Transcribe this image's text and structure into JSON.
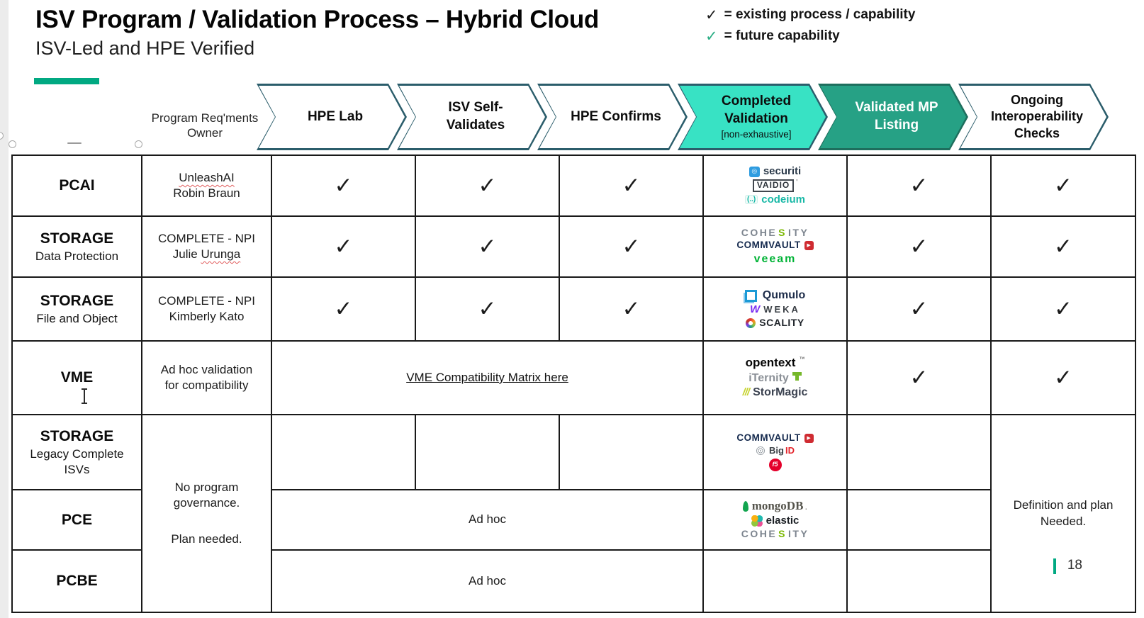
{
  "header": {
    "title": "ISV Program / Validation Process – Hybrid Cloud",
    "subtitle": "ISV-Led and HPE Verified",
    "legend": [
      {
        "check": "existing",
        "text": "= existing process / capability"
      },
      {
        "check": "future",
        "text": "= future capability"
      }
    ]
  },
  "owner_header": "Program Req'ments\nOwner",
  "steps": [
    {
      "label": "HPE Lab"
    },
    {
      "label": "ISV Self-\nValidates"
    },
    {
      "label": "HPE Confirms"
    },
    {
      "label": "Completed\nValidation",
      "sub": "[non-exhaustive]"
    },
    {
      "label": "Validated MP\nListing"
    },
    {
      "label": "Ongoing\nInteroperability\nChecks"
    }
  ],
  "check_glyph": "✓",
  "rows": {
    "pcai": {
      "label": "PCAI",
      "owner_line1": "UnleashAI",
      "owner_line2": "Robin Braun",
      "lab": "existing",
      "self_validates": "existing",
      "confirms": "existing",
      "mp": "future",
      "ongoing": "existing",
      "logos": [
        "securiti",
        "vaidio",
        "codeium"
      ]
    },
    "storage_dp": {
      "label": "STORAGE",
      "sublabel": "Data Protection",
      "owner_line1": "COMPLETE - NPI",
      "owner_line2_plain": "Julie ",
      "owner_line2_flagged": "Urunga",
      "lab": "existing",
      "self_validates": "existing",
      "confirms": "existing",
      "mp": "future",
      "ongoing": "existing",
      "logos": [
        "cohesity",
        "commvault",
        "veeam"
      ]
    },
    "storage_fo": {
      "label": "STORAGE",
      "sublabel": "File and Object",
      "owner_line1": "COMPLETE - NPI",
      "owner_line2": "Kimberly Kato",
      "lab": "existing",
      "self_validates": "existing",
      "confirms": "existing",
      "mp": "future",
      "ongoing": "existing",
      "logos": [
        "qumulo",
        "weka",
        "scality"
      ]
    },
    "vme": {
      "label": "VME",
      "owner": "Ad hoc validation\nfor compatibility",
      "link_text": "VME Compatibility Matrix here",
      "mp": "future",
      "ongoing": "existing",
      "logos": [
        "opentext",
        "iternity",
        "stormagic"
      ]
    },
    "legacy": {
      "label": "STORAGE",
      "sublabel": "Legacy Complete\nISVs",
      "logos": [
        "commvault",
        "bigid",
        "f5"
      ]
    },
    "pce": {
      "label": "PCE",
      "adhoc": "Ad hoc",
      "logos": [
        "mongodb",
        "elastic",
        "cohesity"
      ]
    },
    "pcbe": {
      "label": "PCBE",
      "adhoc": "Ad hoc",
      "logos": []
    }
  },
  "shared_owner_para1": "No program\ngovernance.",
  "shared_owner_para2": "Plan needed.",
  "ongoing_note": "Definition and plan\nNeeded.",
  "page_number": "18",
  "colors": {
    "accent_green": "#01a982",
    "turquoise_step": "#38e2c4",
    "teal_step": "#26a185",
    "future_check": "#2bae85",
    "existing_check": "#1c1c1c"
  },
  "logo_defs": {
    "securiti": {
      "parts": [
        {
          "t": "◎",
          "cls": "ic-securiti"
        },
        {
          "t": "securiti",
          "cls": "securiti-text"
        }
      ]
    },
    "vaidio": {
      "parts": [
        {
          "t": "VAIDIO",
          "cls": "vaidio-box"
        },
        {
          "t": "'",
          "cls": "vaidio-tick"
        }
      ]
    },
    "codeium": {
      "parts": [
        {
          "t": "(..)",
          "cls": "ic-codeium"
        },
        {
          "t": "codeium",
          "cls": "codeium-text"
        }
      ]
    },
    "cohesity": {
      "parts": [
        {
          "t": "COHE",
          "cls": "coh-gray"
        },
        {
          "t": "S",
          "cls": "coh-green"
        },
        {
          "t": "ITY",
          "cls": "coh-gray"
        }
      ]
    },
    "commvault": {
      "parts": [
        {
          "t": "COMMVAULT",
          "cls": "cv-text"
        },
        {
          "t": "▶",
          "cls": "ic-commvault"
        }
      ]
    },
    "veeam": {
      "parts": [
        {
          "t": "veeam",
          "cls": "veeam-text"
        }
      ]
    },
    "qumulo": {
      "parts": [
        {
          "t": "",
          "cls": "ic-qumulo"
        },
        {
          "t": "Qumulo",
          "cls": "qumulo-text"
        }
      ]
    },
    "weka": {
      "parts": [
        {
          "t": "W",
          "cls": "ic-weka"
        },
        {
          "t": "WEKA",
          "cls": "weka-text"
        }
      ]
    },
    "scality": {
      "parts": [
        {
          "t": "",
          "cls": "ic-scality"
        },
        {
          "t": "SCALITY",
          "cls": "scality-text"
        }
      ]
    },
    "opentext": {
      "parts": [
        {
          "t": "opentext",
          "cls": "ot-text"
        },
        {
          "t": "™",
          "cls": "ot-tm"
        }
      ]
    },
    "iternity": {
      "parts": [
        {
          "t": "iTernity",
          "cls": "it-text"
        },
        {
          "t": "",
          "cls": "ic-iternity"
        }
      ]
    },
    "stormagic": {
      "parts": [
        {
          "t": "///",
          "cls": "sm-slash"
        },
        {
          "t": "StorMagic",
          "cls": "sm-text"
        }
      ]
    },
    "bigid": {
      "parts": [
        {
          "t": "",
          "cls": "ic-bigid"
        },
        {
          "t": "Big",
          "cls": "bigid-big"
        },
        {
          "t": "ID",
          "cls": "bigid-id"
        }
      ]
    },
    "f5": {
      "parts": [
        {
          "t": "f5",
          "cls": "ic-f5"
        }
      ]
    },
    "mongodb": {
      "parts": [
        {
          "t": "",
          "cls": "ic-mongo"
        },
        {
          "t": "mongoDB",
          "cls": "mongo-text"
        },
        {
          "t": ".",
          "cls": "mongo-dot"
        }
      ]
    },
    "elastic": {
      "parts": [
        {
          "t": "",
          "cls": "ic-elastic"
        },
        {
          "t": "elastic",
          "cls": "elastic-text"
        }
      ]
    }
  }
}
